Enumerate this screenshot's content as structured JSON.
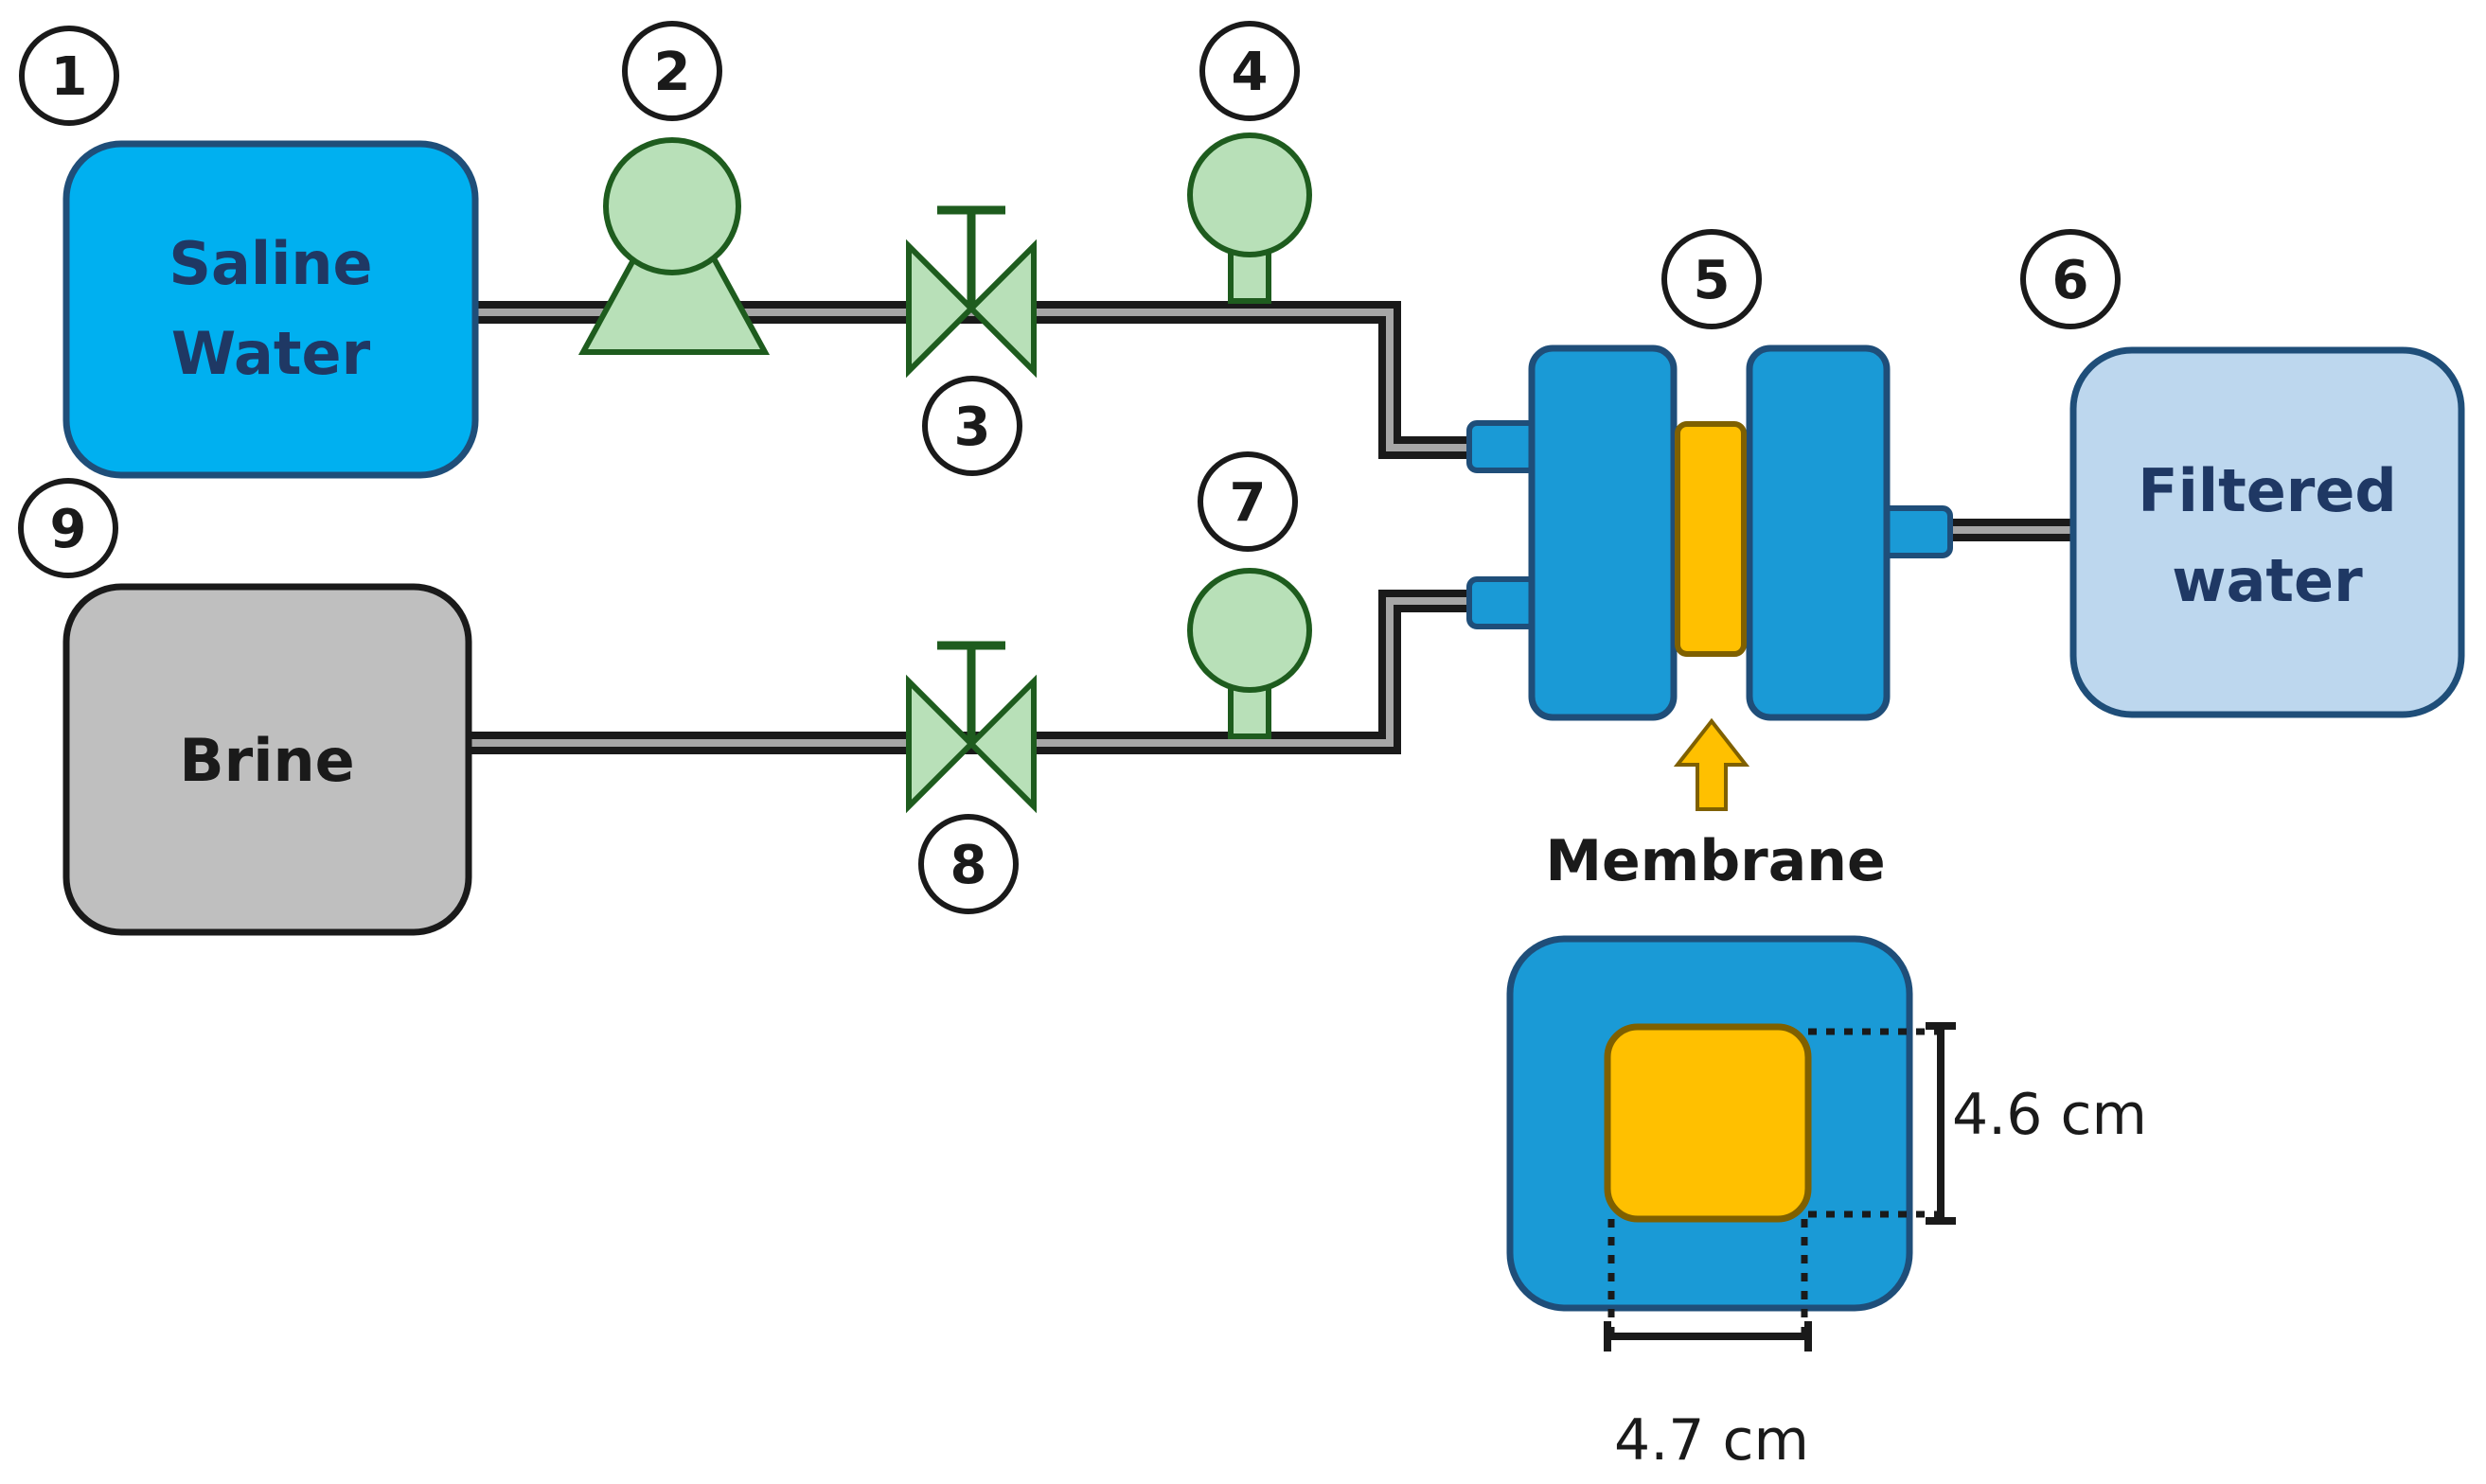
{
  "colors": {
    "saline_fill": "#00b0f0",
    "tank_border": "#1f4e79",
    "brine_fill": "#bfbfbf",
    "filtered_fill": "#bdd7ee",
    "cell_fill": "#1a9ad6",
    "membrane_fill": "#ffc000",
    "membrane_border": "#7f6000",
    "component_fill": "#b8e0b8",
    "component_border": "#1e5c1e",
    "arrow_fill": "#ffc000",
    "tank_text": "#1f3864"
  },
  "tanks": {
    "saline": {
      "line1": "Saline",
      "line2": "Water"
    },
    "brine": {
      "label": "Brine"
    },
    "filtered": {
      "line1": "Filtered",
      "line2": "water"
    }
  },
  "numbers": {
    "n1": "1",
    "n2": "2",
    "n3": "3",
    "n4": "4",
    "n5": "5",
    "n6": "6",
    "n7": "7",
    "n8": "8",
    "n9": "9"
  },
  "membrane": {
    "label": "Membrane",
    "height_label": "4.6 cm",
    "width_label": "4.7 cm"
  },
  "icons": {
    "pump": "pump-icon",
    "valve": "valve-icon",
    "gauge": "pressure-gauge-icon",
    "arrow": "arrow-up-icon"
  }
}
